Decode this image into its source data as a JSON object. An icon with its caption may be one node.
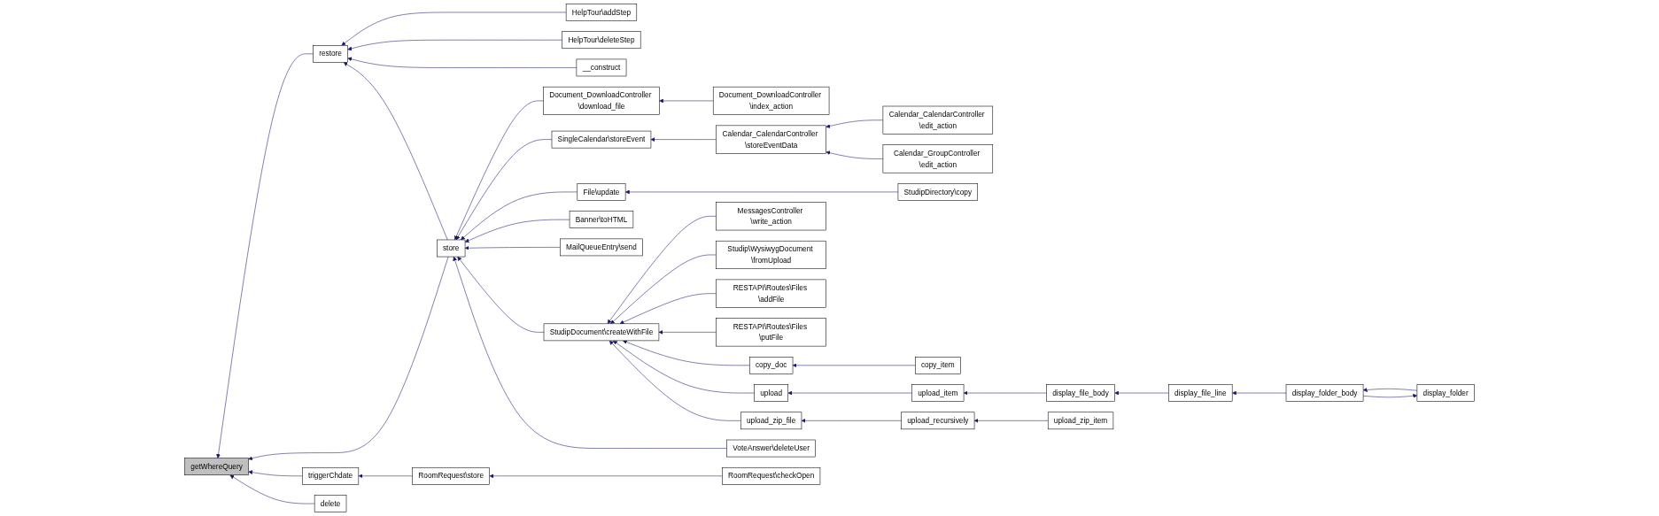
{
  "diagram": {
    "nodes": [
      {
        "text": [
          "getWhereQuery"
        ]
      },
      {
        "text": [
          "restore"
        ]
      },
      {
        "text": [
          "triggerChdate"
        ]
      },
      {
        "text": [
          "delete"
        ]
      },
      {
        "text": [
          "HelpTour\\addStep"
        ]
      },
      {
        "text": [
          "HelpTour\\deleteStep"
        ]
      },
      {
        "text": [
          "__construct"
        ]
      },
      {
        "text": [
          "store"
        ]
      },
      {
        "text": [
          "RoomRequest\\store"
        ]
      },
      {
        "text": [
          "Document_DownloadController \\download_file"
        ]
      },
      {
        "text": [
          "SingleCalendar\\storeEvent"
        ]
      },
      {
        "text": [
          "File\\update"
        ]
      },
      {
        "text": [
          "Banner\\toHTML"
        ]
      },
      {
        "text": [
          "MailQueueEntry\\send"
        ]
      },
      {
        "text": [
          "StudipDocument\\createWithFile"
        ]
      },
      {
        "text": [
          "VoteAnswer\\deleteUser"
        ]
      },
      {
        "text": [
          "RoomRequest\\checkOpen"
        ]
      },
      {
        "text": [
          "Document_DownloadController \\index_action"
        ]
      },
      {
        "text": [
          "Calendar_CalendarController \\storeEventData"
        ]
      },
      {
        "text": [
          "StudipDirectory\\copy"
        ]
      },
      {
        "text": [
          "MessagesController \\write_action"
        ]
      },
      {
        "text": [
          "Studip\\WysiwygDocument \\fromUpload"
        ]
      },
      {
        "text": [
          "RESTAPI\\Routes\\Files \\addFile"
        ]
      },
      {
        "text": [
          "RESTAPI\\Routes\\Files \\putFile"
        ]
      },
      {
        "text": [
          "copy_doc"
        ]
      },
      {
        "text": [
          "upload"
        ]
      },
      {
        "text": [
          "upload_zip_file"
        ]
      },
      {
        "text": [
          "Calendar_CalendarController \\edit_action"
        ]
      },
      {
        "text": [
          "Calendar_GroupController \\edit_action"
        ]
      },
      {
        "text": [
          "copy_item"
        ]
      },
      {
        "text": [
          "upload_item"
        ]
      },
      {
        "text": [
          "upload_recursively"
        ]
      },
      {
        "text": [
          "display_file_body"
        ]
      },
      {
        "text": [
          "upload_zip_item"
        ]
      },
      {
        "text": [
          "display_file_line"
        ]
      },
      {
        "text": [
          "display_folder_body"
        ]
      },
      {
        "text": [
          "display_folder"
        ]
      }
    ],
    "edges": [
      {
        "from": 1,
        "to": 0,
        "arrow": "to"
      },
      {
        "from": 7,
        "to": 0,
        "arrow": "to"
      },
      {
        "from": 2,
        "to": 0,
        "arrow": "to"
      },
      {
        "from": 3,
        "to": 0,
        "arrow": "to"
      },
      {
        "from": 4,
        "to": 1,
        "arrow": "to"
      },
      {
        "from": 5,
        "to": 1,
        "arrow": "to"
      },
      {
        "from": 6,
        "to": 1,
        "arrow": "to"
      },
      {
        "from": 7,
        "to": 1,
        "arrow": "to"
      },
      {
        "from": 8,
        "to": 2,
        "arrow": "to"
      },
      {
        "from": 9,
        "to": 7,
        "arrow": "to"
      },
      {
        "from": 10,
        "to": 7,
        "arrow": "to"
      },
      {
        "from": 11,
        "to": 7,
        "arrow": "to"
      },
      {
        "from": 12,
        "to": 7,
        "arrow": "to"
      },
      {
        "from": 13,
        "to": 7,
        "arrow": "to"
      },
      {
        "from": 14,
        "to": 7,
        "arrow": "to"
      },
      {
        "from": 15,
        "to": 7,
        "arrow": "to"
      },
      {
        "from": 16,
        "to": 8,
        "arrow": "to"
      },
      {
        "from": 17,
        "to": 9,
        "arrow": "to"
      },
      {
        "from": 18,
        "to": 10,
        "arrow": "to"
      },
      {
        "from": 19,
        "to": 11,
        "arrow": "to"
      },
      {
        "from": 20,
        "to": 14,
        "arrow": "to"
      },
      {
        "from": 21,
        "to": 14,
        "arrow": "to"
      },
      {
        "from": 22,
        "to": 14,
        "arrow": "to"
      },
      {
        "from": 23,
        "to": 14,
        "arrow": "to"
      },
      {
        "from": 24,
        "to": 14,
        "arrow": "to"
      },
      {
        "from": 25,
        "to": 14,
        "arrow": "to"
      },
      {
        "from": 26,
        "to": 14,
        "arrow": "to"
      },
      {
        "from": 27,
        "to": 18,
        "arrow": "to"
      },
      {
        "from": 28,
        "to": 18,
        "arrow": "to"
      },
      {
        "from": 29,
        "to": 24,
        "arrow": "to"
      },
      {
        "from": 30,
        "to": 25,
        "arrow": "to"
      },
      {
        "from": 31,
        "to": 26,
        "arrow": "to"
      },
      {
        "from": 32,
        "to": 30,
        "arrow": "to"
      },
      {
        "from": 33,
        "to": 31,
        "arrow": "to"
      },
      {
        "from": 34,
        "to": 32,
        "arrow": "to"
      },
      {
        "from": 35,
        "to": 34,
        "arrow": "to"
      },
      {
        "from": 35,
        "to": 36,
        "arrow": "to"
      },
      {
        "from": 36,
        "to": 35,
        "arrow": "to"
      }
    ]
  }
}
